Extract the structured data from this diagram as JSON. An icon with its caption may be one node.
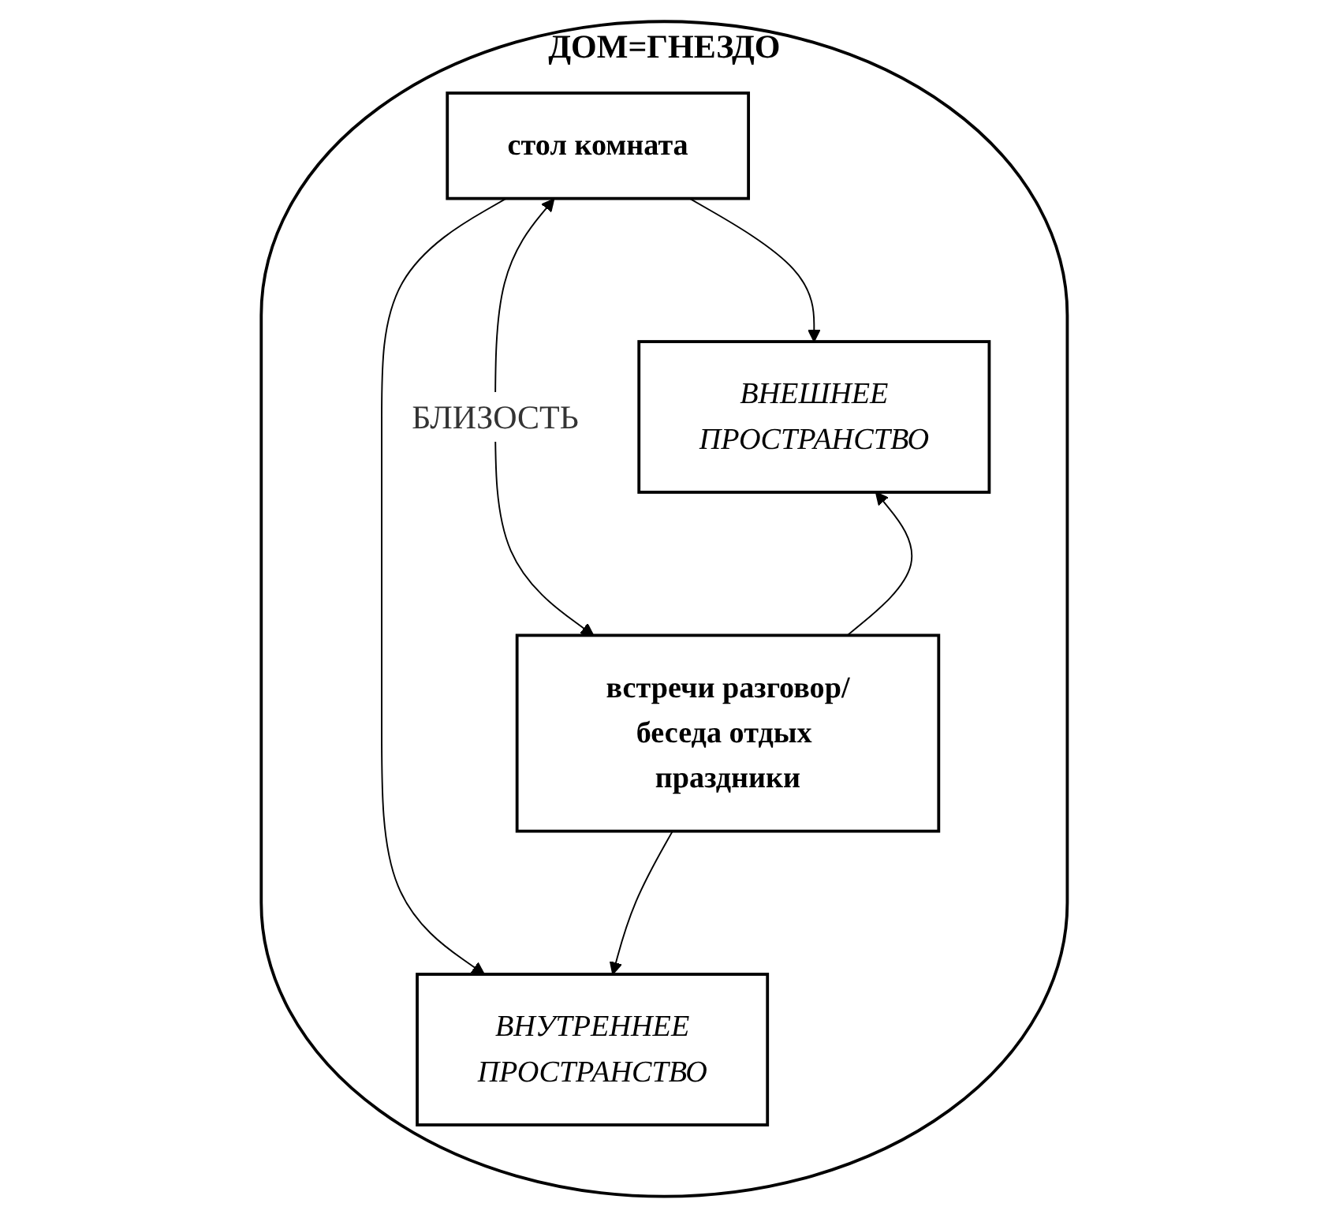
{
  "diagram": {
    "nodes": [
      {
        "text": [
          "ДОМ=ГНЕЗДО"
        ]
      },
      {
        "text": [
          "стол комната"
        ],
        "in": 0
      },
      {
        "text": [
          "ВНЕШНЕЕ",
          "ПРОСТРАНСТВО"
        ],
        "in": 0
      },
      {
        "text": [
          "ВНУТРЕННЕЕ",
          "ПРОСТРАНСТВО"
        ],
        "in": 0
      },
      {
        "text": [
          "встречи разговор/беседа отдых праздники"
        ],
        "in": 0
      }
    ],
    "edges": [
      {
        "from": 1,
        "to": 2,
        "arrow": "to"
      },
      {
        "from": 1,
        "to": 3,
        "arrow": "to"
      },
      {
        "from": 1,
        "to": 4,
        "arrow": "both",
        "label": "БЛИЗОСТЬ"
      },
      {
        "from": 4,
        "to": 2,
        "arrow": "to"
      },
      {
        "from": 4,
        "to": 3,
        "arrow": "to"
      }
    ]
  }
}
